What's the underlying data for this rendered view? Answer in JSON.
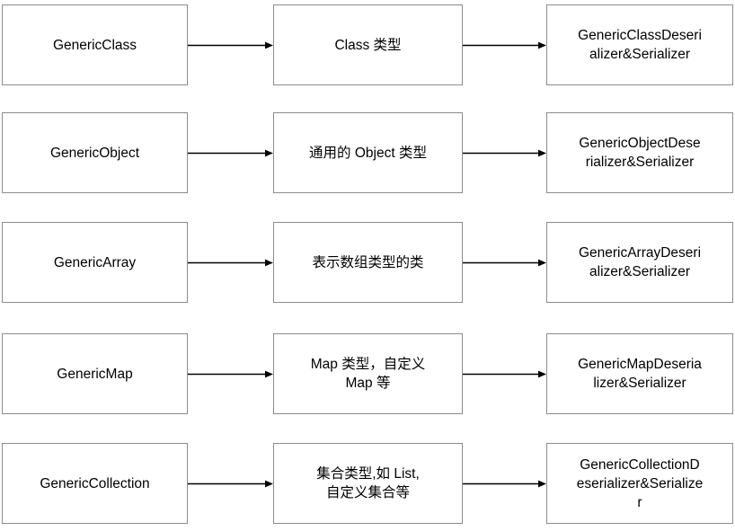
{
  "diagram": {
    "type": "flow-mapping",
    "columns": [
      "generic-type",
      "description",
      "serializer-class"
    ],
    "arrow_color": "#000000",
    "box_border_color": "#8c8c8c",
    "background_color": "#ffffff",
    "rows": [
      {
        "source": "GenericClass",
        "middle": "Class 类型",
        "target": "GenericClassDeserializer&Serializer",
        "target_lines": "GenericClassDeseri\nalizer&Serializer"
      },
      {
        "source": "GenericObject",
        "middle": "通用的 Object 类型",
        "target": "GenericObjectDeserializer&Serializer",
        "target_lines": "GenericObjectDese\nrializer&Serializer"
      },
      {
        "source": "GenericArray",
        "middle": "表示数组类型的类",
        "target": "GenericArrayDeserializer&Serializer",
        "target_lines": "GenericArrayDeseri\nalizer&Serializer"
      },
      {
        "source": "GenericMap",
        "middle": "Map 类型，自定义\nMap 等",
        "target": "GenericMapDeserializer&Serializer",
        "target_lines": "GenericMapDeseria\nlizer&Serializer"
      },
      {
        "source": "GenericCollection",
        "middle": "集合类型,如 List,\n自定义集合等",
        "target": "GenericCollectionDeserializer&Serializer",
        "target_lines": "GenericCollectionD\neserializer&Serialize\nr"
      }
    ]
  }
}
